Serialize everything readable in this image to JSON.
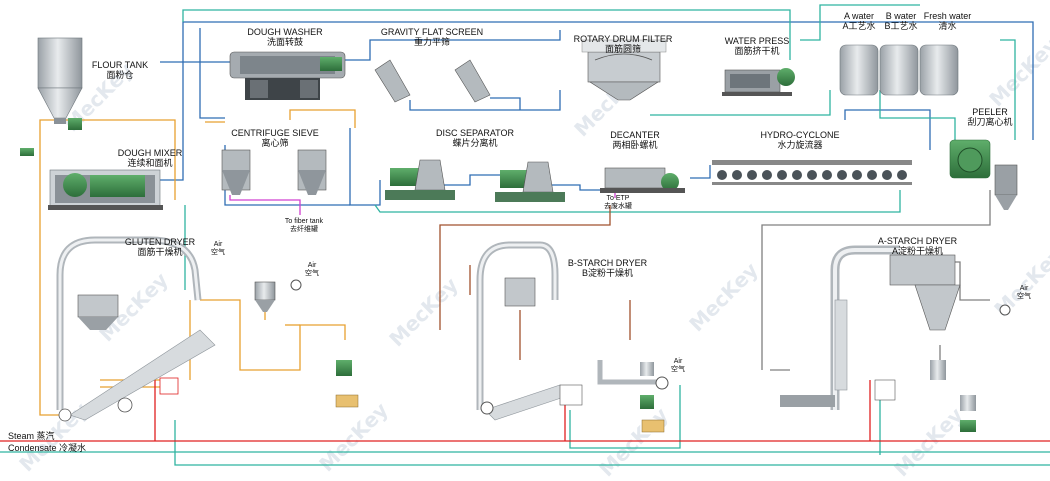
{
  "labels": {
    "flour_tank": {
      "en": "FLOUR TANK",
      "cn": "面粉仓"
    },
    "dough_mixer": {
      "en": "DOUGH MIXER",
      "cn": "连续和面机"
    },
    "dough_washer": {
      "en": "DOUGH WASHER",
      "cn": "洗面转鼓"
    },
    "gravity_flat_screen": {
      "en": "GRAVITY FLAT SCREEN",
      "cn": "重力平筛"
    },
    "rotary_drum_filter": {
      "en": "ROTARY DRUM FILTER",
      "cn": "面筋圆筛"
    },
    "water_press": {
      "en": "WATER PRESS",
      "cn": "面筋挤干机"
    },
    "water_a": {
      "en": "A water",
      "cn": "A工艺水"
    },
    "water_b": {
      "en": "B water",
      "cn": "B工艺水"
    },
    "water_fresh": {
      "en": "Fresh water",
      "cn": "清水"
    },
    "peeler": {
      "en": "PEELER",
      "cn": "刮刀离心机"
    },
    "centrifuge_sieve": {
      "en": "CENTRIFUGE SIEVE",
      "cn": "离心筛"
    },
    "disc_separator": {
      "en": "DISC SEPARATOR",
      "cn": "蝶片分离机"
    },
    "decanter": {
      "en": "DECANTER",
      "cn": "两相卧螺机"
    },
    "hydro_cyclone": {
      "en": "HYDRO-CYCLONE",
      "cn": "水力旋流器"
    },
    "to_fiber_tank": {
      "en": "To fiber tank",
      "cn": "去纤维罐"
    },
    "to_etp": {
      "en": "To ETP",
      "cn": "去废水罐"
    },
    "gluten_dryer": {
      "en": "GLUTEN DRYER",
      "cn": "面筋干燥机"
    },
    "b_starch_dryer": {
      "en": "B-STARCH DRYER",
      "cn": "B淀粉干燥机"
    },
    "a_starch_dryer": {
      "en": "A-STARCH DRYER",
      "cn": "A淀粉干燥机"
    },
    "air_en": "Air",
    "air_cn": "空气",
    "steam": "Steam 蒸汽",
    "condensate": "Condensate 冷凝水"
  },
  "watermark": "MecKey",
  "colors": {
    "pipe_blue": "#2f6db3",
    "pipe_teal": "#2fb3a0",
    "pipe_orange": "#e8a030",
    "pipe_brown": "#a0522d",
    "pipe_red": "#e02020",
    "pipe_magenta": "#d040d0",
    "pipe_gray": "#808080",
    "equipment_green": "#3a8a4a",
    "equipment_gray": "#bfc4c8"
  }
}
